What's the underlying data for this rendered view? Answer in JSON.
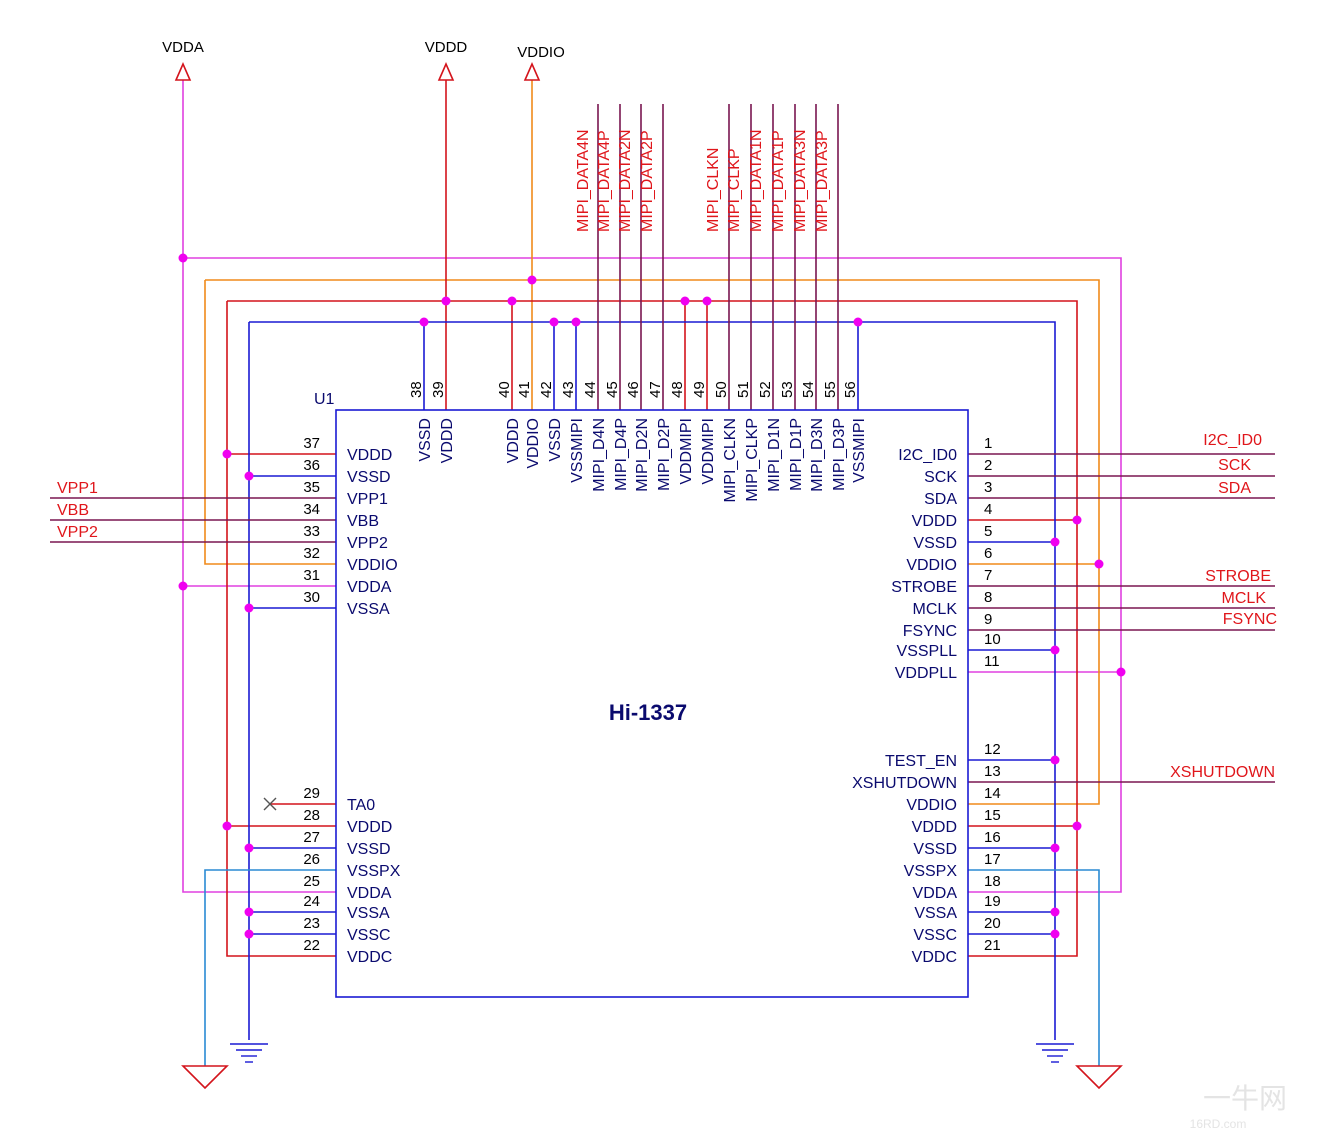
{
  "part": {
    "ref": "U1",
    "value": "Hi-1337"
  },
  "power_ports": [
    {
      "id": "vdda",
      "label": "VDDA"
    },
    {
      "id": "vddd",
      "label": "VDDD"
    },
    {
      "id": "vddio",
      "label": "VDDIO"
    }
  ],
  "left_pins": [
    {
      "num": "37",
      "name": "VDDD"
    },
    {
      "num": "36",
      "name": "VSSD"
    },
    {
      "num": "35",
      "name": "VPP1"
    },
    {
      "num": "34",
      "name": "VBB"
    },
    {
      "num": "33",
      "name": "VPP2"
    },
    {
      "num": "32",
      "name": "VDDIO"
    },
    {
      "num": "31",
      "name": "VDDA"
    },
    {
      "num": "30",
      "name": "VSSA"
    },
    {
      "num": "29",
      "name": "TA0"
    },
    {
      "num": "28",
      "name": "VDDD"
    },
    {
      "num": "27",
      "name": "VSSD"
    },
    {
      "num": "26",
      "name": "VSSPX"
    },
    {
      "num": "25",
      "name": "VDDA"
    },
    {
      "num": "24",
      "name": "VSSA"
    },
    {
      "num": "23",
      "name": "VSSC"
    },
    {
      "num": "22",
      "name": "VDDC"
    }
  ],
  "right_pins": [
    {
      "num": "1",
      "name": "I2C_ID0"
    },
    {
      "num": "2",
      "name": "SCK"
    },
    {
      "num": "3",
      "name": "SDA"
    },
    {
      "num": "4",
      "name": "VDDD"
    },
    {
      "num": "5",
      "name": "VSSD"
    },
    {
      "num": "6",
      "name": "VDDIO"
    },
    {
      "num": "7",
      "name": "STROBE"
    },
    {
      "num": "8",
      "name": "MCLK"
    },
    {
      "num": "9",
      "name": "FSYNC"
    },
    {
      "num": "10",
      "name": "VSSPLL"
    },
    {
      "num": "11",
      "name": "VDDPLL"
    },
    {
      "num": "12",
      "name": "TEST_EN"
    },
    {
      "num": "13",
      "name": "XSHUTDOWN"
    },
    {
      "num": "14",
      "name": "VDDIO"
    },
    {
      "num": "15",
      "name": "VDDD"
    },
    {
      "num": "16",
      "name": "VSSD"
    },
    {
      "num": "17",
      "name": "VSSPX"
    },
    {
      "num": "18",
      "name": "VDDA"
    },
    {
      "num": "19",
      "name": "VSSA"
    },
    {
      "num": "20",
      "name": "VSSC"
    },
    {
      "num": "21",
      "name": "VDDC"
    }
  ],
  "top_pins": [
    {
      "num": "38",
      "name": "VSSD"
    },
    {
      "num": "39",
      "name": "VDDD"
    },
    {
      "num": "40",
      "name": "VDDD"
    },
    {
      "num": "41",
      "name": "VDDIO"
    },
    {
      "num": "42",
      "name": "VSSD"
    },
    {
      "num": "43",
      "name": "VSSMIPI"
    },
    {
      "num": "44",
      "name": "MIPI_D4N"
    },
    {
      "num": "45",
      "name": "MIPI_D4P"
    },
    {
      "num": "46",
      "name": "MIPI_D2N"
    },
    {
      "num": "47",
      "name": "MIPI_D2P"
    },
    {
      "num": "48",
      "name": "VDDMIPI"
    },
    {
      "num": "49",
      "name": "VDDMIPI"
    },
    {
      "num": "50",
      "name": "MIPI_CLKN"
    },
    {
      "num": "51",
      "name": "MIPI_CLKP"
    },
    {
      "num": "52",
      "name": "MIPI_D1N"
    },
    {
      "num": "53",
      "name": "MIPI_D1P"
    },
    {
      "num": "54",
      "name": "MIPI_D3N"
    },
    {
      "num": "55",
      "name": "MIPI_D3P"
    },
    {
      "num": "56",
      "name": "VSSMIPI"
    }
  ],
  "top_nets": [
    "MIPI_DATA4N",
    "MIPI_DATA4P",
    "MIPI_DATA2N",
    "MIPI_DATA2P",
    "MIPI_CLKN",
    "MIPI_CLKP",
    "MIPI_DATA1N",
    "MIPI_DATA1P",
    "MIPI_DATA3N",
    "MIPI_DATA3P"
  ],
  "left_nets": {
    "vpp1": "VPP1",
    "vbb": "VBB",
    "vpp2": "VPP2"
  },
  "right_nets": {
    "i2c_id0": "I2C_ID0",
    "sck": "SCK",
    "sda": "SDA",
    "strobe": "STROBE",
    "mclk": "MCLK",
    "fsync": "FSYNC",
    "xshutdown": "XSHUTDOWN"
  },
  "colors": {
    "vdda": "#e040e0",
    "vddd": "#d4141c",
    "vddio": "#f08a1a",
    "ground": "#1a1ad4",
    "vsspx": "#2a8ad4",
    "signal": "#7a1650",
    "box": "#1a1ad4",
    "net_label": "#e0161b",
    "junction": "#f000f0"
  },
  "watermark": {
    "text": "一牛网",
    "sub": "16RD.com"
  }
}
